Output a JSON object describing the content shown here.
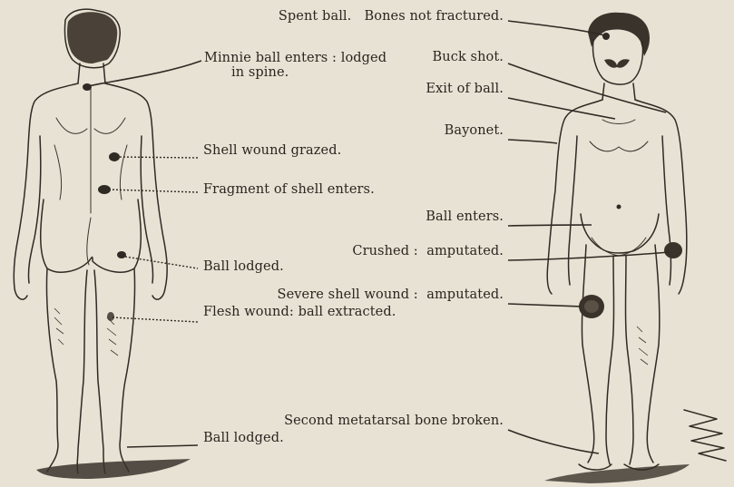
{
  "back_figure_labels": [
    {
      "id": "minnie-ball",
      "lines": [
        "Minnie ball enters : lodged",
        "in spine."
      ]
    },
    {
      "id": "shell-grazed",
      "lines": [
        "Shell wound grazed."
      ]
    },
    {
      "id": "shell-fragment",
      "lines": [
        "Fragment of shell enters."
      ]
    },
    {
      "id": "ball-lodged-hip",
      "lines": [
        "Ball lodged."
      ]
    },
    {
      "id": "flesh-wound",
      "lines": [
        "Flesh wound: ball extracted."
      ]
    },
    {
      "id": "ball-lodged-foot",
      "lines": [
        "Ball lodged."
      ]
    }
  ],
  "front_figure_labels": [
    {
      "id": "spent-ball",
      "lines": [
        "Spent ball.   Bones not fractured."
      ]
    },
    {
      "id": "buck-shot",
      "lines": [
        "Buck shot."
      ]
    },
    {
      "id": "exit-ball",
      "lines": [
        "Exit of ball."
      ]
    },
    {
      "id": "bayonet",
      "lines": [
        "Bayonet."
      ]
    },
    {
      "id": "ball-enters",
      "lines": [
        "Ball enters."
      ]
    },
    {
      "id": "crushed",
      "lines": [
        "Crushed :  amputated."
      ]
    },
    {
      "id": "severe-shell",
      "lines": [
        "Severe shell wound :  amputated."
      ]
    },
    {
      "id": "metatarsal",
      "lines": [
        "Second metatarsal bone broken."
      ]
    }
  ]
}
